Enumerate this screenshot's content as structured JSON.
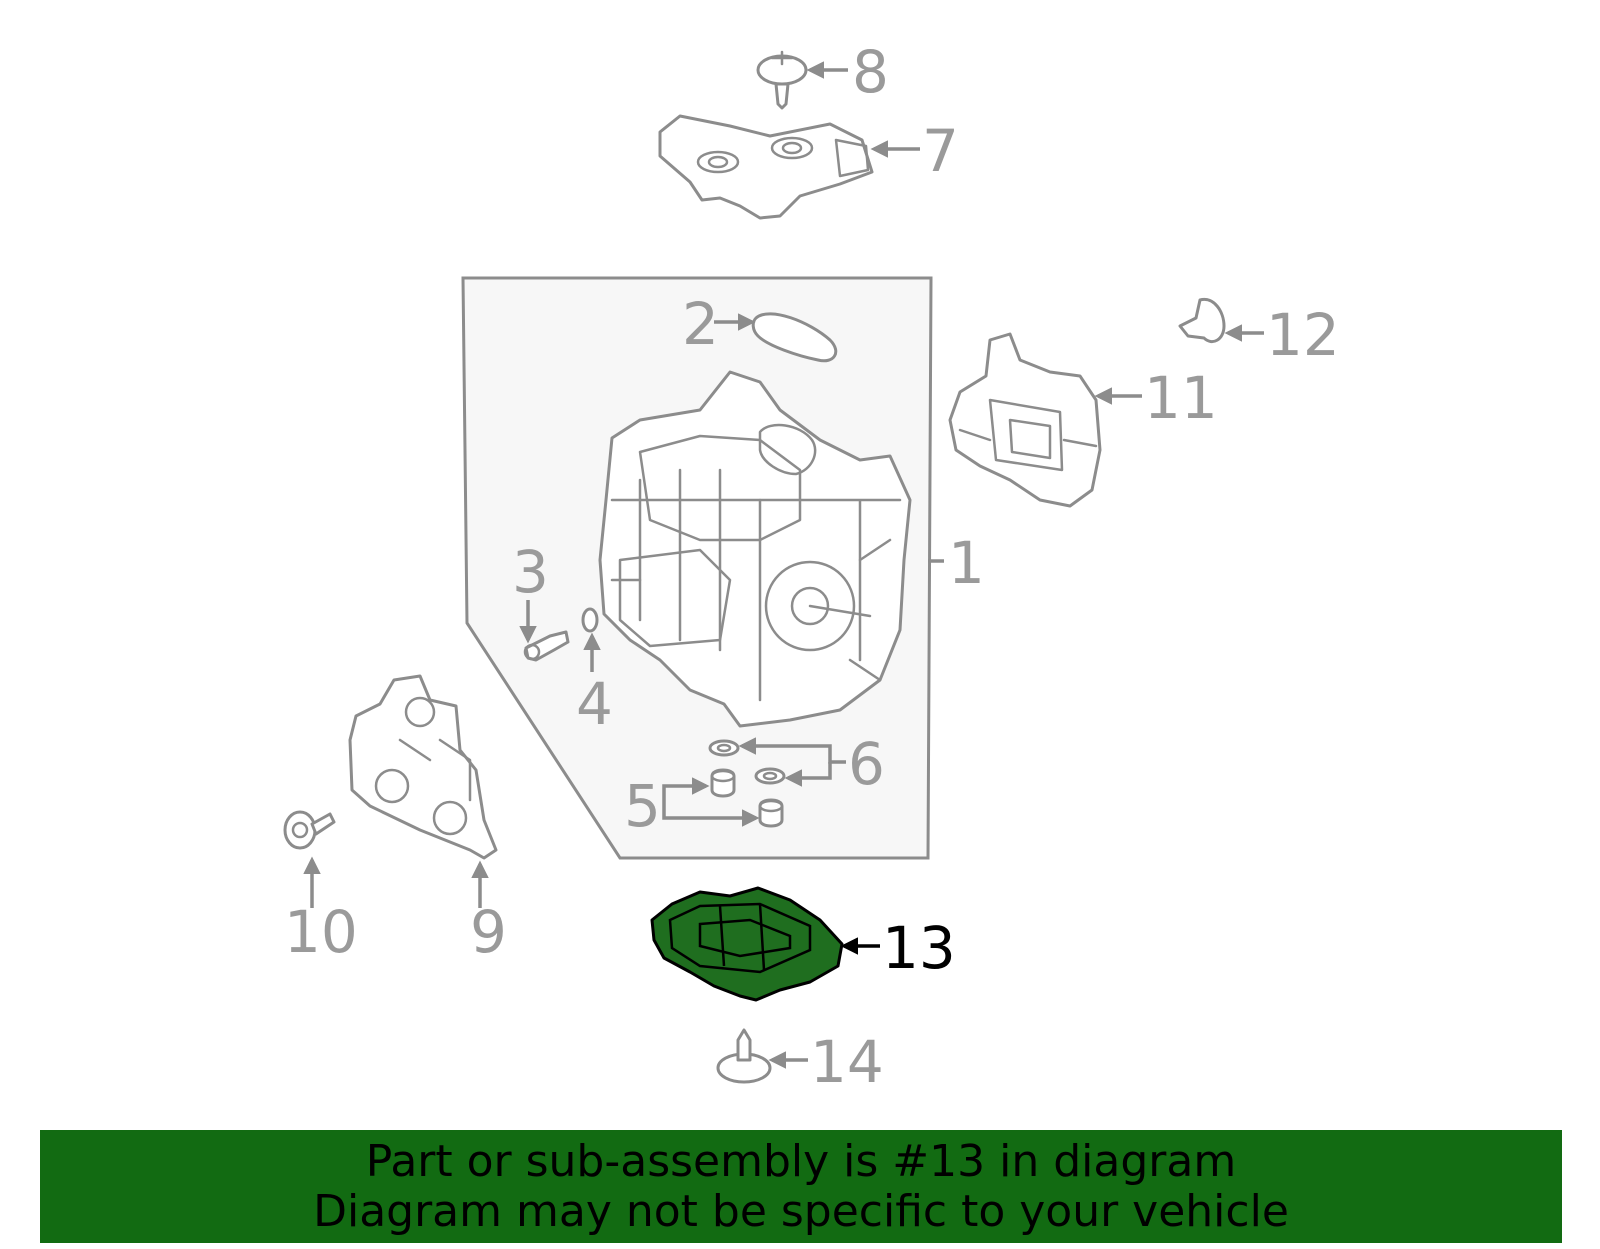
{
  "callouts": {
    "c1": "1",
    "c2": "2",
    "c3": "3",
    "c4": "4",
    "c5": "5",
    "c6": "6",
    "c7": "7",
    "c8": "8",
    "c9": "9",
    "c10": "10",
    "c11": "11",
    "c12": "12",
    "c13": "13",
    "c14": "14"
  },
  "highlight": {
    "part_number": "13",
    "fill_color": "#1f6e1f",
    "outline_color": "#000000"
  },
  "banner": {
    "line1": "Part or sub-assembly is #13 in diagram",
    "line2": "Diagram may not be specific to your vehicle",
    "background_color": "#126b12"
  },
  "colors": {
    "line_gray": "#8c8c8c",
    "label_gray": "#9a9a9a",
    "panel_fill": "#f7f7f7"
  }
}
